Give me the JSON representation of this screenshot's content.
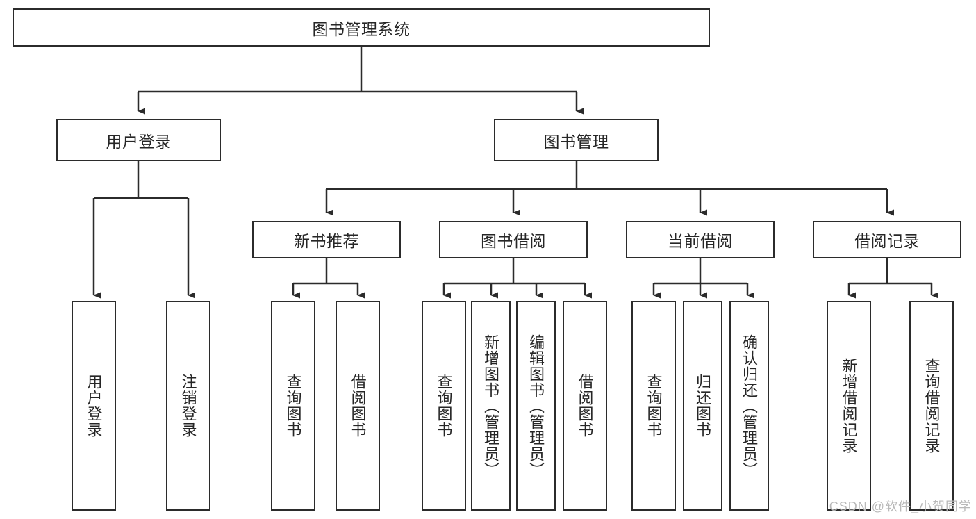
{
  "diagram": {
    "title": "图书管理系统",
    "type": "tree",
    "root": {
      "id": "root",
      "label": "图书管理系统",
      "orientation": "horizontal"
    },
    "level2": [
      {
        "id": "user-login",
        "label": "用户登录",
        "orientation": "horizontal"
      },
      {
        "id": "book-management",
        "label": "图书管理",
        "orientation": "horizontal"
      }
    ],
    "level3": [
      {
        "id": "new-book-recommend",
        "label": "新书推荐",
        "orientation": "horizontal",
        "parent": "book-management"
      },
      {
        "id": "book-borrow",
        "label": "图书借阅",
        "orientation": "horizontal",
        "parent": "book-management"
      },
      {
        "id": "current-borrow",
        "label": "当前借阅",
        "orientation": "horizontal",
        "parent": "book-management"
      },
      {
        "id": "borrow-record",
        "label": "借阅记录",
        "orientation": "horizontal",
        "parent": "book-management"
      }
    ],
    "leaves": [
      {
        "id": "leaf-user-login",
        "label": "用户登录",
        "parent": "user-login",
        "orientation": "vertical"
      },
      {
        "id": "leaf-logout-login",
        "label": "注销登录",
        "parent": "user-login",
        "orientation": "vertical"
      },
      {
        "id": "leaf-query-book-1",
        "label": "查询图书",
        "parent": "new-book-recommend",
        "orientation": "vertical"
      },
      {
        "id": "leaf-borrow-book-1",
        "label": "借阅图书",
        "parent": "new-book-recommend",
        "orientation": "vertical"
      },
      {
        "id": "leaf-query-book-2",
        "label": "查询图书",
        "parent": "book-borrow",
        "orientation": "vertical"
      },
      {
        "id": "leaf-add-book",
        "label": "新增图书（管理员）",
        "parent": "book-borrow",
        "orientation": "vertical"
      },
      {
        "id": "leaf-edit-book",
        "label": "编辑图书（管理员）",
        "parent": "book-borrow",
        "orientation": "vertical"
      },
      {
        "id": "leaf-borrow-book-2",
        "label": "借阅图书",
        "parent": "book-borrow",
        "orientation": "vertical"
      },
      {
        "id": "leaf-query-book-3",
        "label": "查询图书",
        "parent": "current-borrow",
        "orientation": "vertical"
      },
      {
        "id": "leaf-return-book",
        "label": "归还图书",
        "parent": "current-borrow",
        "orientation": "vertical"
      },
      {
        "id": "leaf-confirm-return",
        "label": "确认归还（管理员）",
        "parent": "current-borrow",
        "orientation": "vertical"
      },
      {
        "id": "leaf-add-record",
        "label": "新增借阅记录",
        "parent": "borrow-record",
        "orientation": "vertical"
      },
      {
        "id": "leaf-query-record",
        "label": "查询借阅记录",
        "parent": "borrow-record",
        "orientation": "vertical"
      }
    ],
    "colors": {
      "stroke": "#2b2b2b",
      "fill": "#ffffff",
      "text": "#262626",
      "watermark": "#b9b9b9"
    }
  },
  "watermark": {
    "text": "CSDN @软件_小贺同学"
  }
}
